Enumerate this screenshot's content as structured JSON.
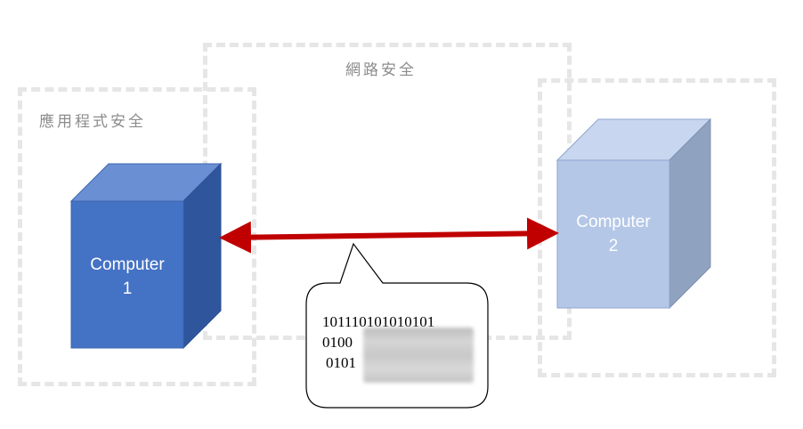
{
  "zones": {
    "app_security": "應用程式安全",
    "network_security": "網路安全"
  },
  "computers": {
    "computer1": {
      "name": "Computer",
      "number": "1",
      "color": "#4472c4"
    },
    "computer2": {
      "name": "Computer",
      "number": "2",
      "color": "#b4c7e7"
    }
  },
  "link": {
    "color": "#c00000"
  },
  "bubble": {
    "line1": "101110101010101",
    "line2": "0100",
    "line3": "0101"
  }
}
